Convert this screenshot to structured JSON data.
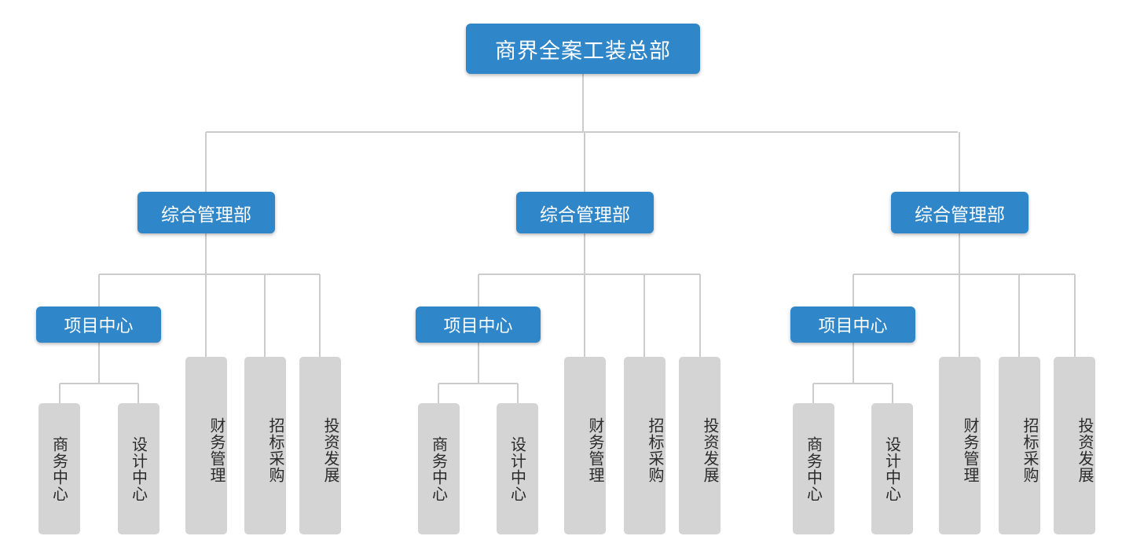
{
  "root": {
    "label": "商界全案工装总部"
  },
  "divisions": [
    {
      "label": "综合管理部",
      "project_center": {
        "label": "项目中心",
        "children": [
          {
            "label": "商务中心"
          },
          {
            "label": "设计中心"
          }
        ]
      },
      "departments": [
        {
          "label": "财务管理"
        },
        {
          "label": "招标采购"
        },
        {
          "label": "投资发展"
        }
      ]
    },
    {
      "label": "综合管理部",
      "project_center": {
        "label": "项目中心",
        "children": [
          {
            "label": "商务中心"
          },
          {
            "label": "设计中心"
          }
        ]
      },
      "departments": [
        {
          "label": "财务管理"
        },
        {
          "label": "招标采购"
        },
        {
          "label": "投资发展"
        }
      ]
    },
    {
      "label": "综合管理部",
      "project_center": {
        "label": "项目中心",
        "children": [
          {
            "label": "商务中心"
          },
          {
            "label": "设计中心"
          }
        ]
      },
      "departments": [
        {
          "label": "财务管理"
        },
        {
          "label": "招标采购"
        },
        {
          "label": "投资发展"
        }
      ]
    }
  ],
  "colors": {
    "node_blue": "#2f86c8",
    "leaf_gray": "#d4d4d4",
    "connector": "#cccccc"
  }
}
